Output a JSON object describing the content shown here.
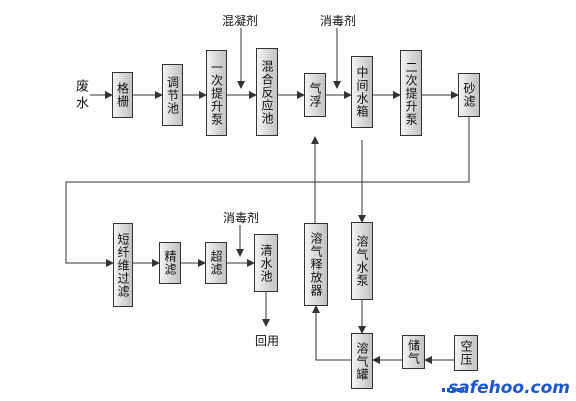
{
  "labels": {
    "waste_water": "废水",
    "coagulant": "混凝剂",
    "disinfectant_top": "消毒剂",
    "disinfectant_bottom": "消毒剂",
    "reuse": "回用"
  },
  "nodes": {
    "grille": "格栅",
    "equalization": "调节池",
    "lift_pump_1": "一次提升泵",
    "mixing_tank": "混合反应池",
    "air_flotation": "气浮",
    "middle_tank": "中间水箱",
    "lift_pump_2": "二次提升泵",
    "sand_filter": "砂滤",
    "fiber_filter": "短纤维过滤",
    "fine_filter": "精滤",
    "ultra_filter": "超滤",
    "clear_tank": "清水池",
    "releaser": "溶气释放器",
    "dissolved_pump": "溶气水泵",
    "dissolved_tank": "溶气罐",
    "storage": "储气",
    "compressor": "空压"
  },
  "watermark": "safehoo.com",
  "colors": {
    "line": "#333333",
    "watermark": "#1e57c8"
  }
}
